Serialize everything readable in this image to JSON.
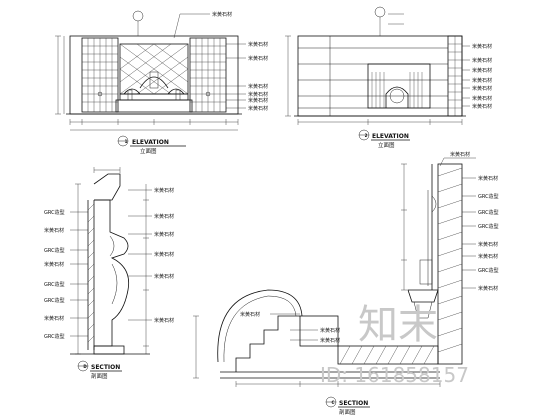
{
  "drawings": [
    {
      "id": "elevation-1",
      "marker": "1",
      "title": "ELEVATION",
      "subtitle": "立面图"
    },
    {
      "id": "elevation-2",
      "marker": "2",
      "title": "ELEVATION",
      "subtitle": "立面图"
    },
    {
      "id": "section-d",
      "marker": "D",
      "title": "SECTION",
      "subtitle": "剖面图"
    },
    {
      "id": "section-c",
      "marker": "C",
      "title": "SECTION",
      "subtitle": "剖面图"
    }
  ],
  "callouts": {
    "elevation_1_right": [
      "米黄石材",
      "米黄石材",
      "米黄石材",
      "米黄石材",
      "米黄石材",
      "米黄石材"
    ],
    "elevation_1_top": [
      "米黄石材"
    ],
    "elevation_2_right": [
      "米黄石材",
      "米黄石材",
      "米黄石材",
      "米黄石材",
      "米黄石材",
      "米黄石材",
      "米黄石材"
    ],
    "section_d_left": [
      "GRC造型",
      "米黄石材",
      "GRC造型",
      "米黄石材",
      "GRC造型",
      "GRC造型",
      "米黄石材",
      "GRC造型"
    ],
    "section_d_right": [
      "米黄石材",
      "米黄石材",
      "米黄石材",
      "米黄石材",
      "米黄石材",
      "米黄石材"
    ],
    "section_c_right": [
      "米黄石材",
      "米黄石材",
      "GRC造型",
      "GRC造型",
      "GRC造型",
      "米黄石材",
      "米黄石材",
      "GRC造型",
      "米黄石材"
    ],
    "section_c_stair": [
      "米黄石材",
      "米黄石材",
      "米黄石材"
    ]
  },
  "watermark": {
    "logo_text": "知末",
    "id_text": "ID: 161858157"
  }
}
